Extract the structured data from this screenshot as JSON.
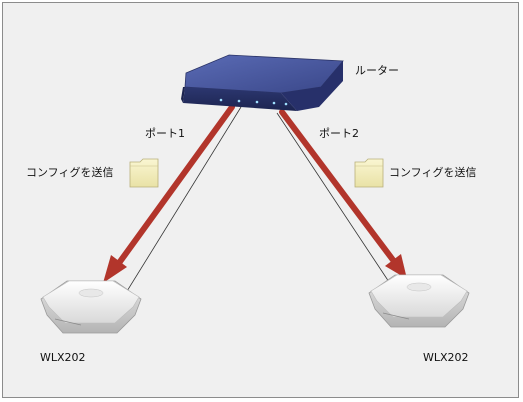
{
  "router": {
    "label": "ルーター"
  },
  "ports": [
    {
      "label": "ポート1"
    },
    {
      "label": "ポート2"
    }
  ],
  "config_send": [
    {
      "label": "コンフィグを送信",
      "icon": "folder-icon"
    },
    {
      "label": "コンフィグを送信",
      "icon": "folder-icon"
    }
  ],
  "access_points": [
    {
      "label": "WLX202"
    },
    {
      "label": "WLX202"
    }
  ],
  "colors": {
    "arrow": "#b2352b",
    "router_body": "#3c4a8c",
    "folder": "#f4f0c0",
    "background": "#f0f0f0"
  }
}
